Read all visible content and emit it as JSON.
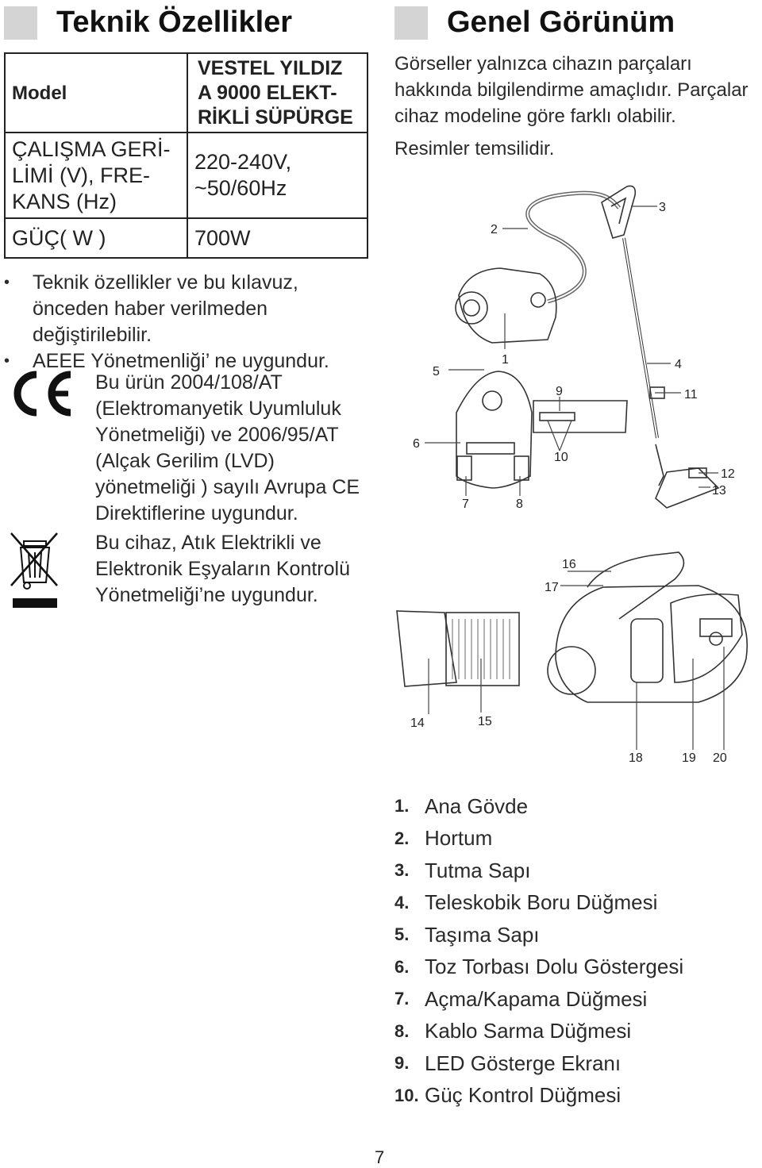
{
  "left_header": {
    "title": "Teknik Özellikler"
  },
  "right_header": {
    "title": "Genel Görünüm"
  },
  "spec_table": {
    "rows": [
      {
        "key": "Model",
        "value": "VESTEL YILDIZ A 9000 ELEKT-RİKLİ SÜPÜRGE"
      },
      {
        "key": "ÇALIŞMA GERİ-LİMİ (V), FRE-KANS (Hz)",
        "value": "220-240V, ~50/60Hz"
      },
      {
        "key": "GÜÇ( W )",
        "value": "700W"
      }
    ]
  },
  "notes": {
    "bullets": [
      "Teknik özellikler ve bu kılavuz, önceden haber verilmeden değiştirilebilir.",
      "AEEE Yönetmenliği’ ne uygundur."
    ],
    "ce_text": "Bu ürün 2004/108/AT (Elektromanyetik Uyumluluk Yönetmeliği) ve 2006/95/AT (Alçak Gerilim (LVD) yönetmeliği ) sayılı Avrupa CE Direktiflerine uygundur.",
    "weee_text": "Bu cihaz, Atık Elektrikli ve Elektronik Eşyaların Kontrolü Yönetmeliği’ne uygundur.",
    "ce_mark": "CE"
  },
  "intro": {
    "text": "Görseller yalnızca cihazın parçaları hakkında bilgilendirme amaçlıdır. Parçalar cihaz modeline göre farklı olabilir.",
    "note": "Resimler temsilidir."
  },
  "diagram_labels": [
    "1",
    "2",
    "3",
    "4",
    "5",
    "6",
    "7",
    "8",
    "9",
    "10",
    "11",
    "12",
    "13",
    "14",
    "15",
    "16",
    "17",
    "18",
    "19",
    "20"
  ],
  "parts": [
    {
      "num": "1.",
      "label": "Ana Gövde"
    },
    {
      "num": "2.",
      "label": "Hortum"
    },
    {
      "num": "3.",
      "label": "Tutma Sapı"
    },
    {
      "num": "4.",
      "label": "Teleskobik Boru Düğmesi"
    },
    {
      "num": "5.",
      "label": "Taşıma Sapı"
    },
    {
      "num": "6.",
      "label": "Toz Torbası Dolu Göstergesi"
    },
    {
      "num": "7.",
      "label": "Açma/Kapama Düğmesi"
    },
    {
      "num": "8.",
      "label": "Kablo Sarma Düğmesi"
    },
    {
      "num": "9.",
      "label": "LED Gösterge Ekranı"
    },
    {
      "num": "10.",
      "label": "Güç Kontrol Düğmesi"
    }
  ],
  "page_number": "7"
}
